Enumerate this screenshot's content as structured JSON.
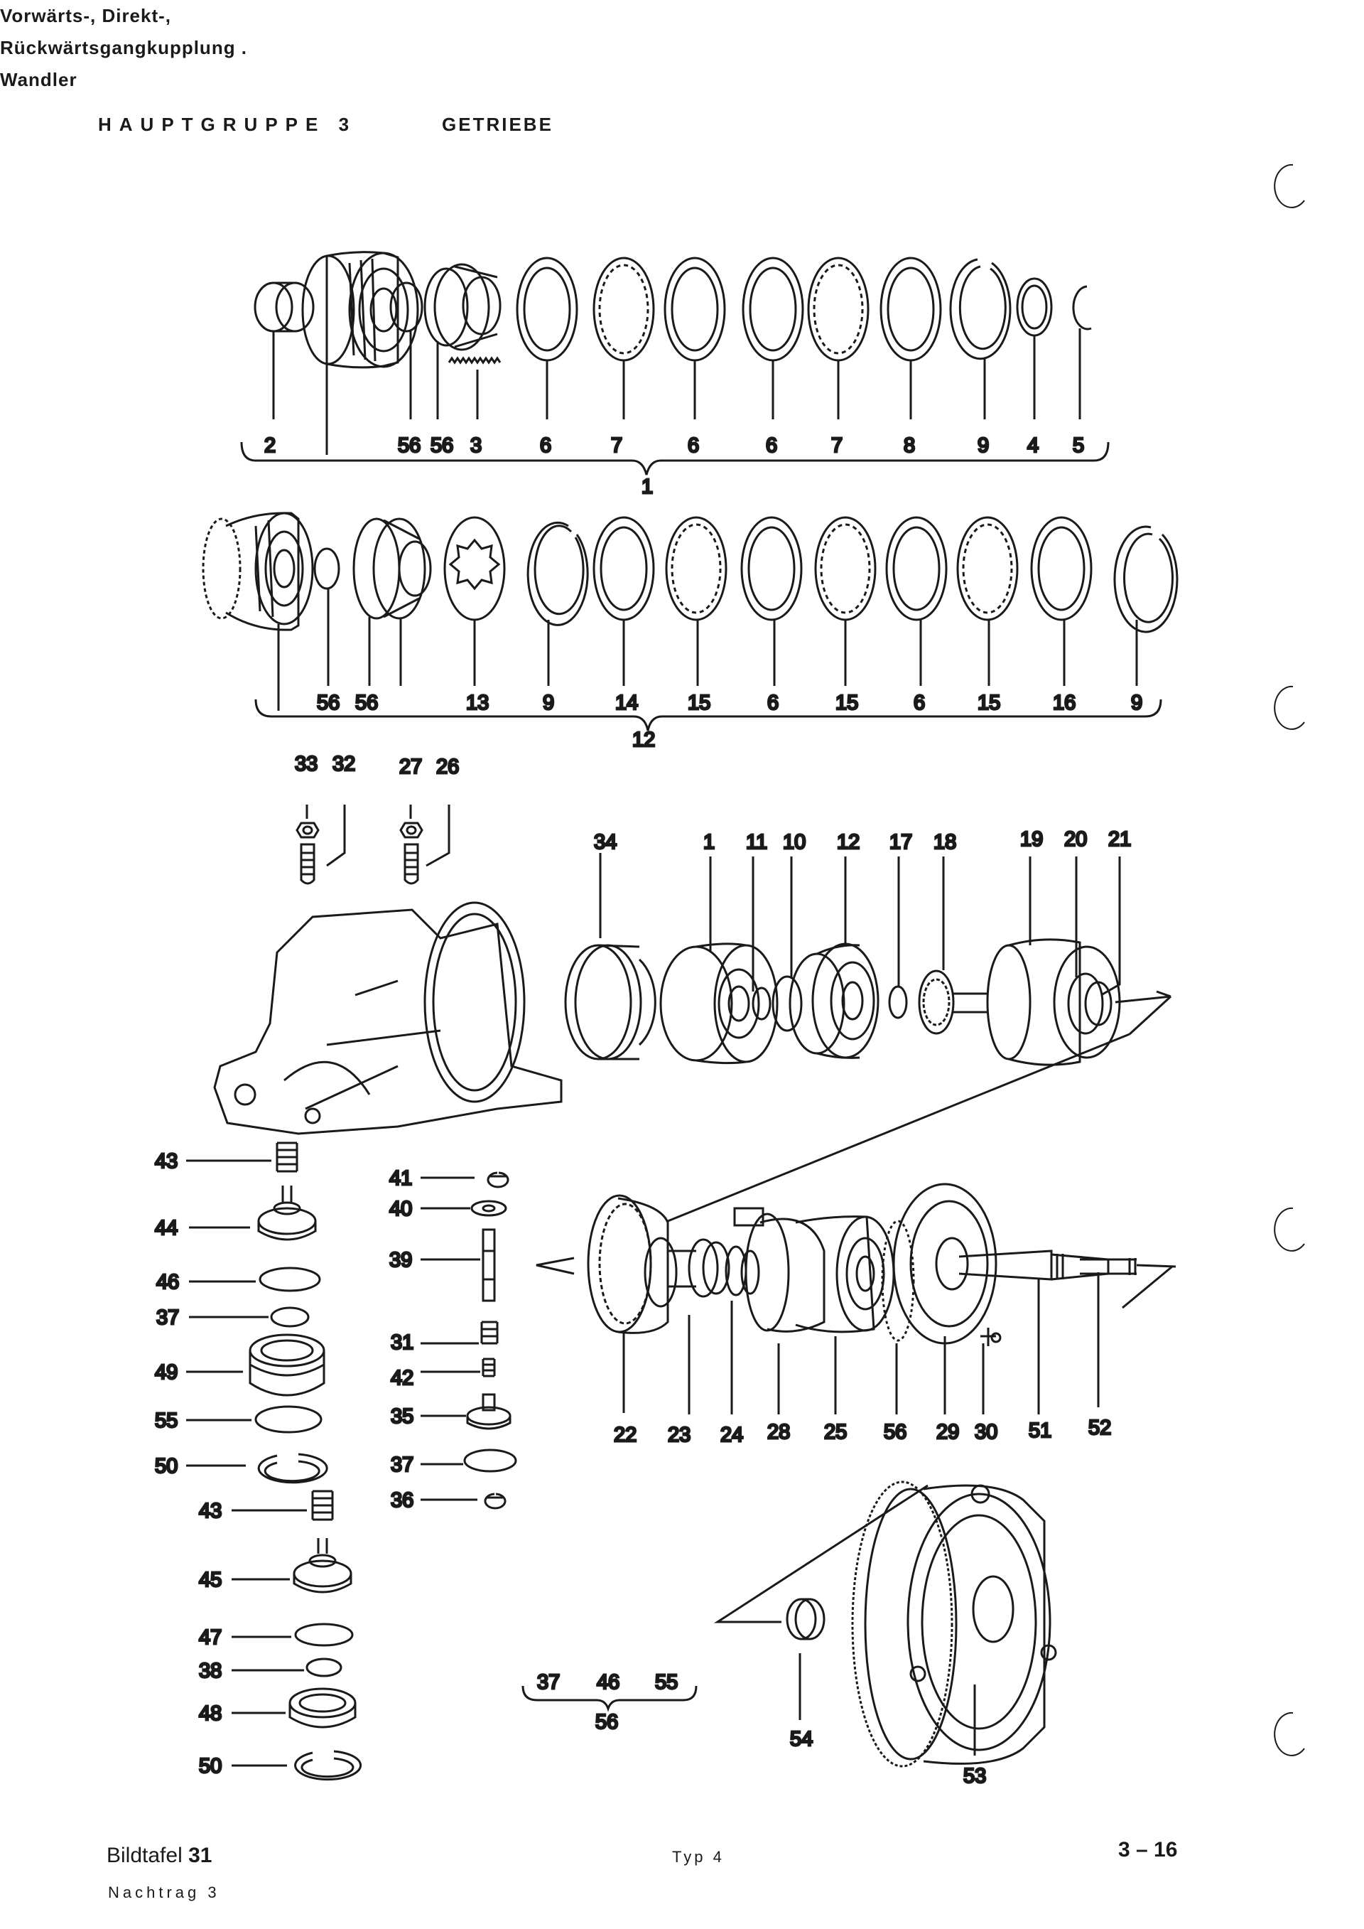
{
  "header": {
    "main_group": "HAUPTGRUPPE 3",
    "group_name": "GETRIEBE",
    "description": [
      "Vorwärts-, Direkt-,",
      "Rückwärtsgangkupplung .",
      "Wandler"
    ]
  },
  "footer": {
    "plate_label": "Bildtafel",
    "plate_number": "31",
    "supplement": "Nachtrag 3",
    "type": "Typ 4",
    "page": "3 – 16"
  },
  "assembly_1": {
    "parts": [
      "2",
      "56",
      "56",
      "3",
      "6",
      "7",
      "6",
      "6",
      "7",
      "8",
      "9",
      "4",
      "5"
    ],
    "group": "1"
  },
  "assembly_12": {
    "parts": [
      "56",
      "56",
      "13",
      "9",
      "14",
      "15",
      "6",
      "15",
      "6",
      "15",
      "16",
      "9"
    ],
    "group": "12"
  },
  "valve_top": [
    "33",
    "32",
    "27",
    "26"
  ],
  "main_row": [
    "34",
    "1",
    "11",
    "10",
    "12",
    "17",
    "18",
    "19",
    "20",
    "21"
  ],
  "left_column": [
    "43",
    "44",
    "46",
    "37",
    "49",
    "55",
    "50",
    "43",
    "45",
    "47",
    "38",
    "48",
    "50"
  ],
  "middle_column": [
    "41",
    "40",
    "39",
    "31",
    "42",
    "35",
    "37",
    "36"
  ],
  "lower_row": [
    "22",
    "23",
    "24",
    "28",
    "25",
    "56",
    "29",
    "30",
    "51",
    "52"
  ],
  "kit_56": {
    "parts": [
      "37",
      "46",
      "55"
    ],
    "group": "56"
  },
  "converter": [
    "54",
    "53"
  ]
}
